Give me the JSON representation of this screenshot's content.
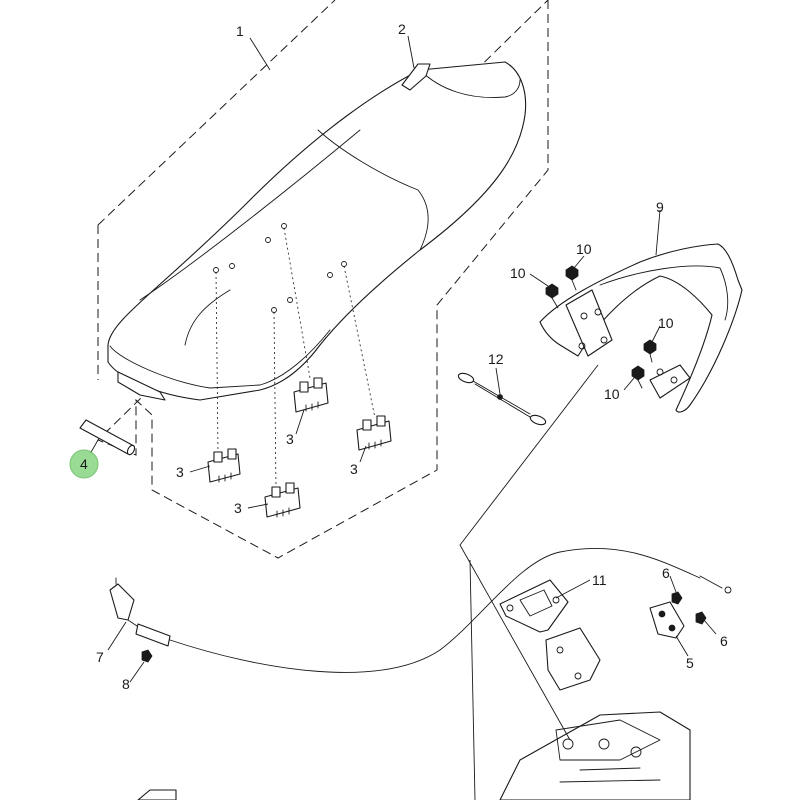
{
  "highlight_color": "#8fd68a",
  "callouts": {
    "c1": "1",
    "c2": "2",
    "c3a": "3",
    "c3b": "3",
    "c3c": "3",
    "c3d": "3",
    "c4": "4",
    "c5": "5",
    "c6a": "6",
    "c6b": "6",
    "c7": "7",
    "c8": "8",
    "c9": "9",
    "c10a": "10",
    "c10b": "10",
    "c10c": "10",
    "c10d": "10",
    "c11": "11",
    "c12": "12"
  }
}
